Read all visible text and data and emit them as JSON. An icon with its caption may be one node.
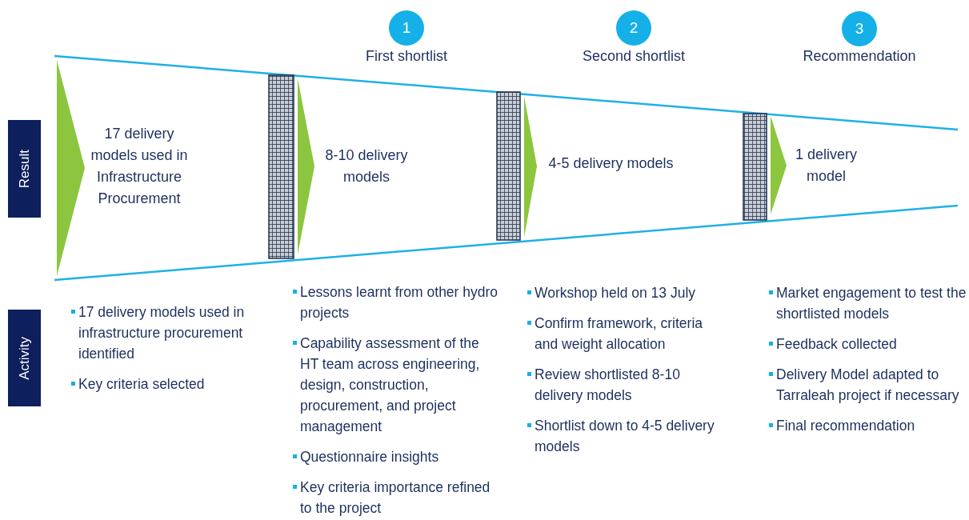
{
  "diagram": {
    "nodes": [
      {
        "text": [
          "Result"
        ]
      },
      {
        "text": [
          "Activity"
        ]
      },
      {
        "text": [
          "1"
        ],
        "beside": [
          "First shortlist"
        ]
      },
      {
        "text": [
          "2"
        ],
        "beside": [
          "Second shortlist"
        ]
      },
      {
        "text": [
          "3"
        ],
        "beside": [
          "Recommendation"
        ]
      },
      {
        "text": [
          "17 delivery models used in Infrastructure Procurement"
        ]
      },
      {
        "text": [],
        "shape": "bar"
      },
      {
        "text": [
          "8-10 delivery models"
        ]
      },
      {
        "text": [],
        "shape": "bar"
      },
      {
        "text": [
          "4-5 delivery models"
        ]
      },
      {
        "text": [],
        "shape": "bar"
      },
      {
        "text": [
          "1 delivery model"
        ]
      }
    ],
    "edges": [
      {
        "from": null,
        "to": 5,
        "arrow": "to"
      },
      {
        "from": 6,
        "to": 7,
        "arrow": "to"
      },
      {
        "from": 8,
        "to": 9,
        "arrow": "to"
      },
      {
        "from": 10,
        "to": 11,
        "arrow": "to"
      }
    ],
    "labels": [
      "17 delivery models used in infrastructure procurement identified",
      "Key criteria selected",
      "Lessons learnt from other hydro projects",
      "Capability assessment of the HT team across engineering, design, construction, procurement, and project management",
      "Questionnaire insights",
      "Key criteria importance refined to the project",
      "Workshop held on 13 July",
      "Confirm framework, criteria and weight allocation",
      "Review shortlisted 8-10 delivery models",
      "Shortlist down to 4-5 delivery models",
      "Market engagement to test the shortlisted models",
      "Feedback collected",
      "Delivery Model adapted to Tarraleah project if necessary",
      "Final recommendation"
    ]
  }
}
